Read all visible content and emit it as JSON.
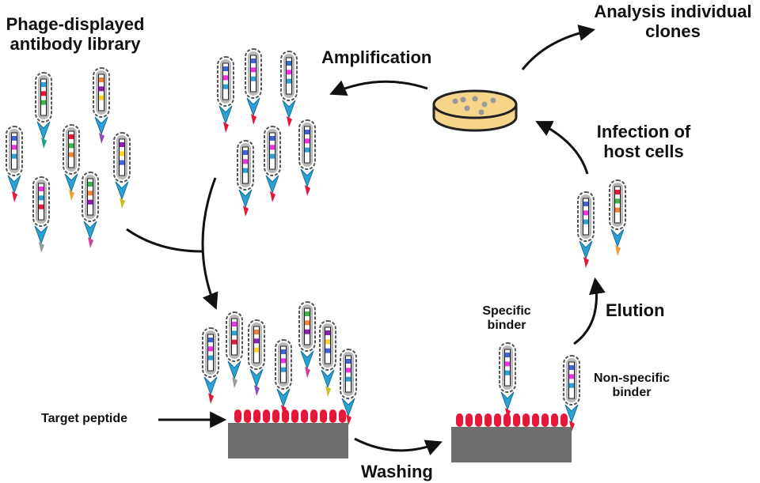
{
  "labels": {
    "library_line1": "Phage-displayed",
    "library_line2": "antibody library",
    "amplification": "Amplification",
    "analysis_line1": "Analysis individual",
    "analysis_line2": "clones",
    "infection_line1": "Infection of",
    "infection_line2": "host cells",
    "elution": "Elution",
    "specific_line1": "Specific",
    "specific_line2": "binder",
    "nonspecific_line1": "Non-specific",
    "nonspecific_line2": "binder",
    "target": "Target peptide",
    "washing": "Washing"
  },
  "colors": {
    "capsid": "#b8b8b8",
    "capsid_stroke": "#555555",
    "tail": "#29a3d6",
    "peptide": "#e8173a",
    "surface": "#6e6e6e",
    "dish_fill": "#f5d58a",
    "arrow": "#111111"
  }
}
